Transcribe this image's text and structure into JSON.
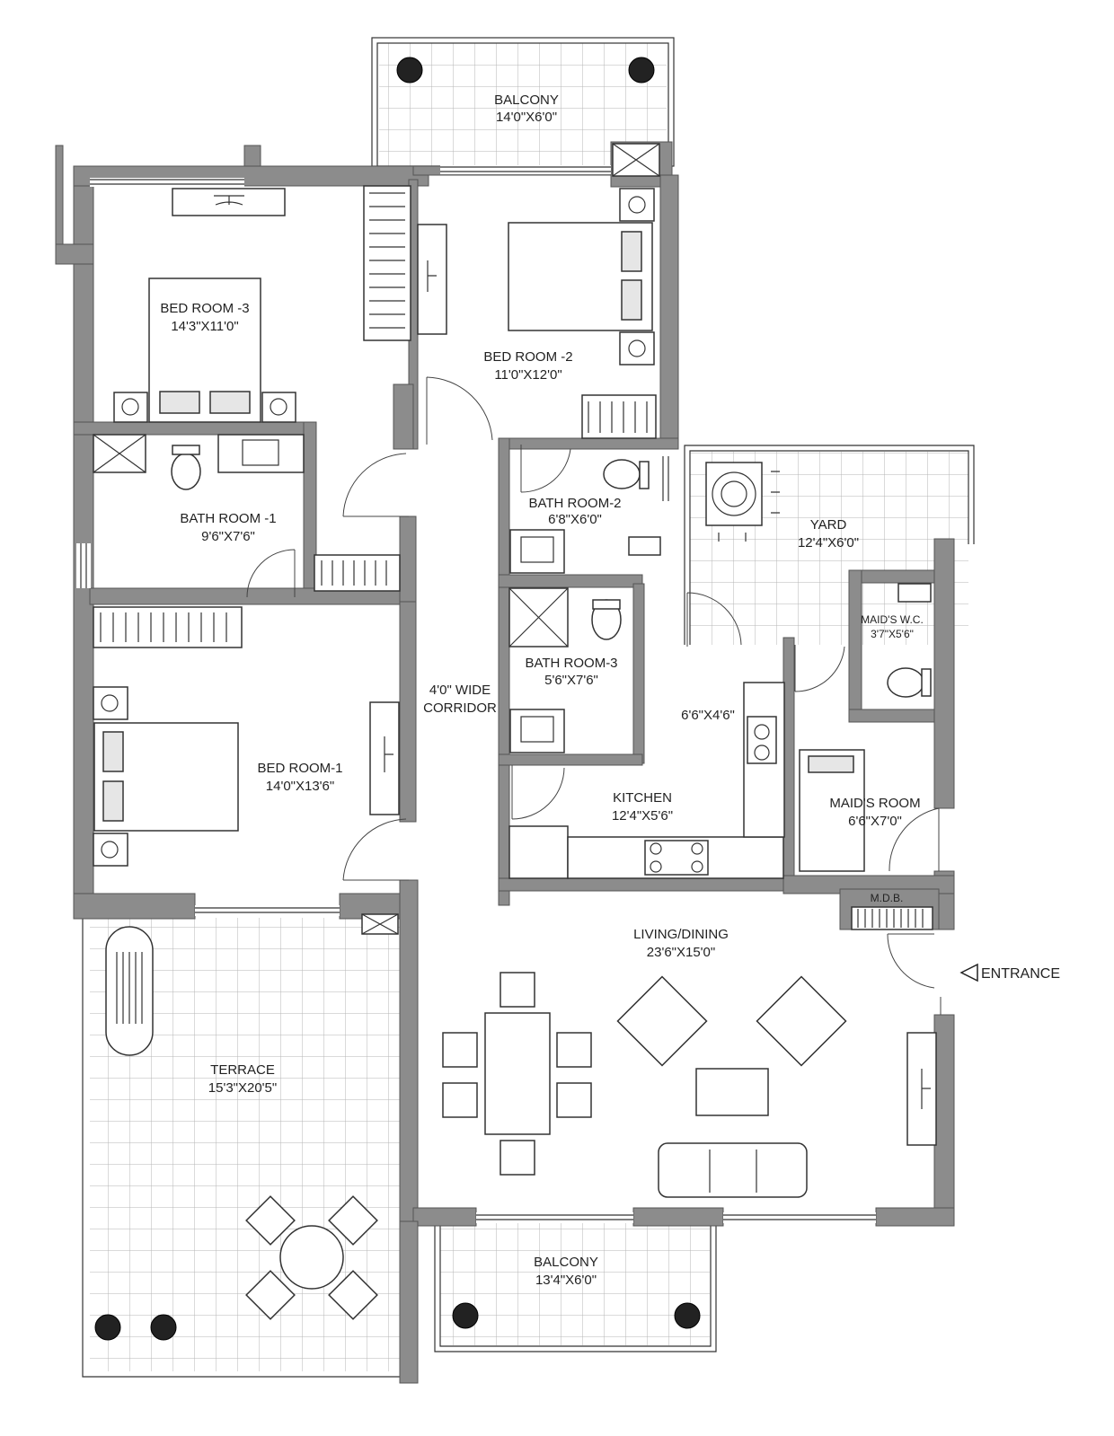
{
  "rooms": {
    "balcony_top": {
      "name": "BALCONY",
      "size": "14'0\"X6'0\""
    },
    "bedroom3": {
      "name": "BED ROOM -3",
      "size": "14'3\"X11'0\""
    },
    "bedroom2": {
      "name": "BED ROOM -2",
      "size": "11'0\"X12'0\""
    },
    "bath1": {
      "name": "BATH ROOM -1",
      "size": "9'6\"X7'6\""
    },
    "bath2": {
      "name": "BATH ROOM-2",
      "size": "6'8\"X6'0\""
    },
    "yard": {
      "name": "YARD",
      "size": "12'4\"X6'0\""
    },
    "maids_wc": {
      "name": "MAID'S W.C.",
      "size": "3'7\"X5'6\""
    },
    "bath3": {
      "name": "BATH ROOM-3",
      "size": "5'6\"X7'6\""
    },
    "corridor": {
      "line1": "4'0\" WIDE",
      "line2": "CORRIDOR"
    },
    "utility": {
      "size": "6'6\"X4'6\""
    },
    "bedroom1": {
      "name": "BED ROOM-1",
      "size": "14'0\"X13'6\""
    },
    "kitchen": {
      "name": "KITCHEN",
      "size": "12'4\"X5'6\""
    },
    "maids_room": {
      "name": "MAID'S ROOM",
      "size": "6'6\"X7'0\""
    },
    "mdb": {
      "name": "M.D.B."
    },
    "living": {
      "name": "LIVING/DINING",
      "size": "23'6\"X15'0\""
    },
    "entrance": {
      "name": "ENTRANCE"
    },
    "terrace": {
      "name": "TERRACE",
      "size": "15'3\"X20'5\""
    },
    "balcony_bottom": {
      "name": "BALCONY",
      "size": "13'4\"X6'0\""
    }
  },
  "colors": {
    "wall": "#8c8c8c",
    "line": "#333333",
    "background": "#ffffff"
  }
}
